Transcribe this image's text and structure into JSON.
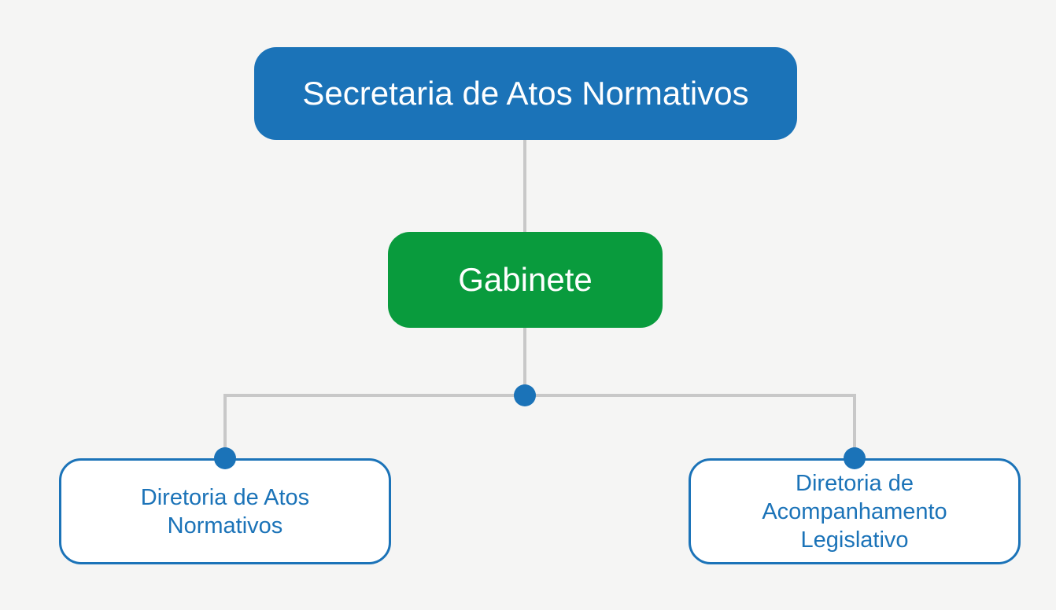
{
  "theme": {
    "background": "#f5f5f4",
    "accent_blue": "#1b73b8",
    "accent_green": "#099b3d",
    "connector_gray": "#c8c8c8",
    "node_text_light": "#ffffff"
  },
  "org_chart": {
    "type": "org-chart",
    "root": {
      "label": "Secretaria de Atos Normativos",
      "color": "#1b73b8"
    },
    "office": {
      "label": "Gabinete",
      "color": "#099b3d"
    },
    "children": [
      {
        "label": "Diretoria de Atos\nNormativos",
        "color": "#1b73b8"
      },
      {
        "label": "Diretoria de\nAcompanhamento\nLegislativo",
        "color": "#1b73b8"
      }
    ]
  }
}
